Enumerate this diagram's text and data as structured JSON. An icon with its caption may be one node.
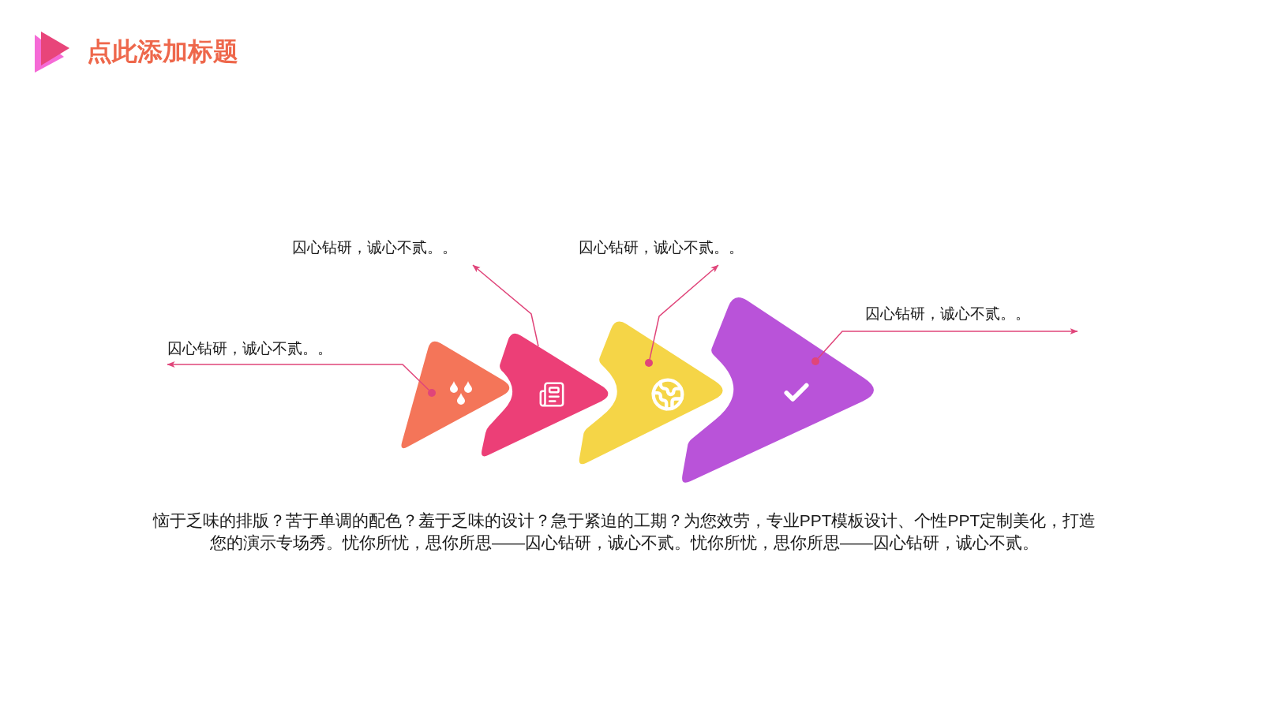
{
  "diagram": {
    "title": "点此添加标题",
    "nodes": [
      {
        "text": [],
        "shape": "triangle"
      },
      {
        "text": [],
        "shape": "circle",
        "in": 0
      },
      {
        "text": [],
        "shape": "triangle"
      },
      {
        "text": [],
        "shape": "triangle"
      },
      {
        "text": [],
        "shape": "circle",
        "in": 3
      },
      {
        "text": [],
        "shape": "triangle"
      },
      {
        "text": [],
        "shape": "circle",
        "in": 5
      },
      {
        "text": [
          "囚心钻研，诚心不贰。。"
        ]
      },
      {
        "text": [
          "囚心钻研，诚心不贰。。"
        ]
      },
      {
        "text": [
          "囚心钻研，诚心不贰。。"
        ]
      },
      {
        "text": [
          "囚心钻研，诚心不贰。。"
        ]
      }
    ],
    "edges": [
      {
        "from": 1,
        "to": 7,
        "arrow": "to"
      },
      {
        "from": 2,
        "to": 8,
        "arrow": "to"
      },
      {
        "from": 4,
        "to": 9,
        "arrow": "to"
      },
      {
        "from": 6,
        "to": 10,
        "arrow": "to"
      }
    ],
    "labels": [
      "恼于乏味的排版？苦于单调的配色？羞于乏味的设计？急于紧迫的工期？为您效劳，专业PPT模板设计、个性PPT定制美化，打造您的演示专场秀。忧你所忧，思你所思——囚心钻研，诚心不贰。忧你所忧，思你所思——囚心钻研，诚心不贰。"
    ]
  }
}
